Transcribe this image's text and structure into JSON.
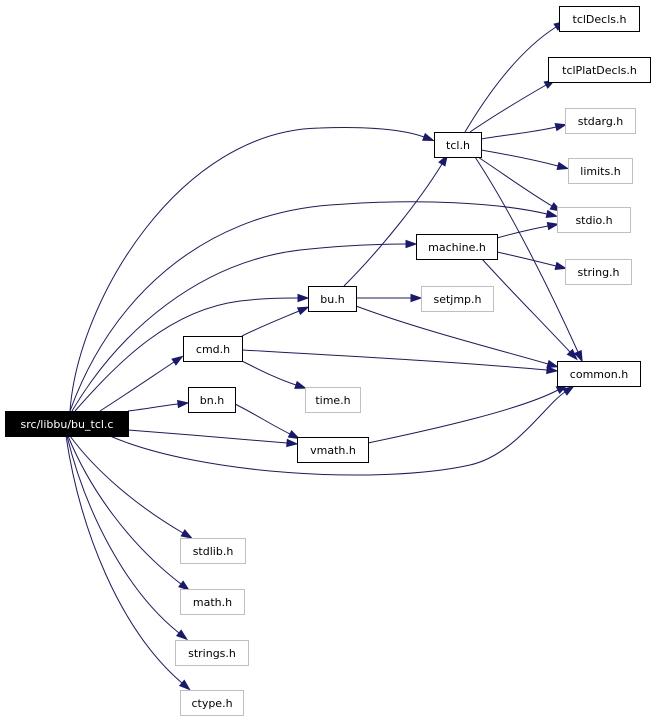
{
  "diagram": {
    "source_node": "src/libbu/bu_tcl.c",
    "nodes": [
      {
        "id": "bu_tcl_c",
        "label": "src/libbu/bu_tcl.c",
        "style": "root"
      },
      {
        "id": "tcl_h",
        "label": "tcl.h",
        "style": "documented"
      },
      {
        "id": "tclDecls_h",
        "label": "tclDecls.h",
        "style": "documented"
      },
      {
        "id": "tclPlatDecls_h",
        "label": "tclPlatDecls.h",
        "style": "documented"
      },
      {
        "id": "stdarg_h",
        "label": "stdarg.h",
        "style": "external"
      },
      {
        "id": "limits_h",
        "label": "limits.h",
        "style": "external"
      },
      {
        "id": "stdio_h",
        "label": "stdio.h",
        "style": "external"
      },
      {
        "id": "machine_h",
        "label": "machine.h",
        "style": "documented"
      },
      {
        "id": "string_h",
        "label": "string.h",
        "style": "external"
      },
      {
        "id": "bu_h",
        "label": "bu.h",
        "style": "documented"
      },
      {
        "id": "setjmp_h",
        "label": "setjmp.h",
        "style": "external"
      },
      {
        "id": "cmd_h",
        "label": "cmd.h",
        "style": "documented"
      },
      {
        "id": "common_h",
        "label": "common.h",
        "style": "documented"
      },
      {
        "id": "time_h",
        "label": "time.h",
        "style": "external"
      },
      {
        "id": "bn_h",
        "label": "bn.h",
        "style": "documented"
      },
      {
        "id": "vmath_h",
        "label": "vmath.h",
        "style": "documented"
      },
      {
        "id": "stdlib_h",
        "label": "stdlib.h",
        "style": "external"
      },
      {
        "id": "math_h",
        "label": "math.h",
        "style": "external"
      },
      {
        "id": "strings_h",
        "label": "strings.h",
        "style": "external"
      },
      {
        "id": "ctype_h",
        "label": "ctype.h",
        "style": "external"
      }
    ],
    "edges": [
      {
        "from": "bu_tcl_c",
        "to": "tcl_h"
      },
      {
        "from": "bu_tcl_c",
        "to": "stdio_h"
      },
      {
        "from": "bu_tcl_c",
        "to": "machine_h"
      },
      {
        "from": "bu_tcl_c",
        "to": "bu_h"
      },
      {
        "from": "bu_tcl_c",
        "to": "cmd_h"
      },
      {
        "from": "bu_tcl_c",
        "to": "bn_h"
      },
      {
        "from": "bu_tcl_c",
        "to": "vmath_h"
      },
      {
        "from": "bu_tcl_c",
        "to": "common_h"
      },
      {
        "from": "bu_tcl_c",
        "to": "stdlib_h"
      },
      {
        "from": "bu_tcl_c",
        "to": "math_h"
      },
      {
        "from": "bu_tcl_c",
        "to": "strings_h"
      },
      {
        "from": "bu_tcl_c",
        "to": "ctype_h"
      },
      {
        "from": "tcl_h",
        "to": "tclDecls_h"
      },
      {
        "from": "tcl_h",
        "to": "tclPlatDecls_h"
      },
      {
        "from": "tcl_h",
        "to": "stdarg_h"
      },
      {
        "from": "tcl_h",
        "to": "limits_h"
      },
      {
        "from": "tcl_h",
        "to": "stdio_h"
      },
      {
        "from": "tcl_h",
        "to": "common_h"
      },
      {
        "from": "machine_h",
        "to": "stdio_h"
      },
      {
        "from": "machine_h",
        "to": "string_h"
      },
      {
        "from": "machine_h",
        "to": "common_h"
      },
      {
        "from": "bu_h",
        "to": "tcl_h"
      },
      {
        "from": "bu_h",
        "to": "setjmp_h"
      },
      {
        "from": "bu_h",
        "to": "common_h"
      },
      {
        "from": "cmd_h",
        "to": "bu_h"
      },
      {
        "from": "cmd_h",
        "to": "common_h"
      },
      {
        "from": "cmd_h",
        "to": "time_h"
      },
      {
        "from": "bn_h",
        "to": "vmath_h"
      },
      {
        "from": "vmath_h",
        "to": "common_h"
      }
    ],
    "colors": {
      "edge": "#191970",
      "documented_border": "#000000",
      "external_border": "#bfbfbf",
      "root_fill": "#000000",
      "root_text": "#ffffff",
      "text": "#000000"
    }
  }
}
